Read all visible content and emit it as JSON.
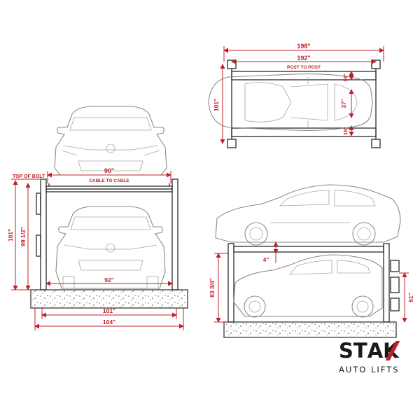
{
  "front_view": {
    "top_of_bolt": "TOP OF BOLT",
    "cable_to_cable_value": "90\"",
    "cable_to_cable_label": "CABLE TO CABLE",
    "height_outer": "101\"",
    "height_inner": "99 1/2\"",
    "lower_car_width": "92\"",
    "base_inner": "101\"",
    "base_outer": "104\""
  },
  "top_view": {
    "overall_length": "198\"",
    "post_to_post_value": "192\"",
    "post_to_post_label": "POST TO POST",
    "width": "101\"",
    "runway_outer_top": "19\"",
    "runway_gap": "37\"",
    "runway_outer_bottom": "19\""
  },
  "side_view": {
    "platform_clearance": "4\"",
    "lower_clearance": "83 3/4\"",
    "runway_height": "51\""
  },
  "brand": {
    "letters": [
      "S",
      "T",
      "A",
      "K"
    ],
    "tagline": "AUTO LIFTS"
  },
  "colors": {
    "dimension_red": "#c0202a",
    "line_art_gray": "#8a8a8a",
    "frame_dark": "#3a3a3a"
  }
}
